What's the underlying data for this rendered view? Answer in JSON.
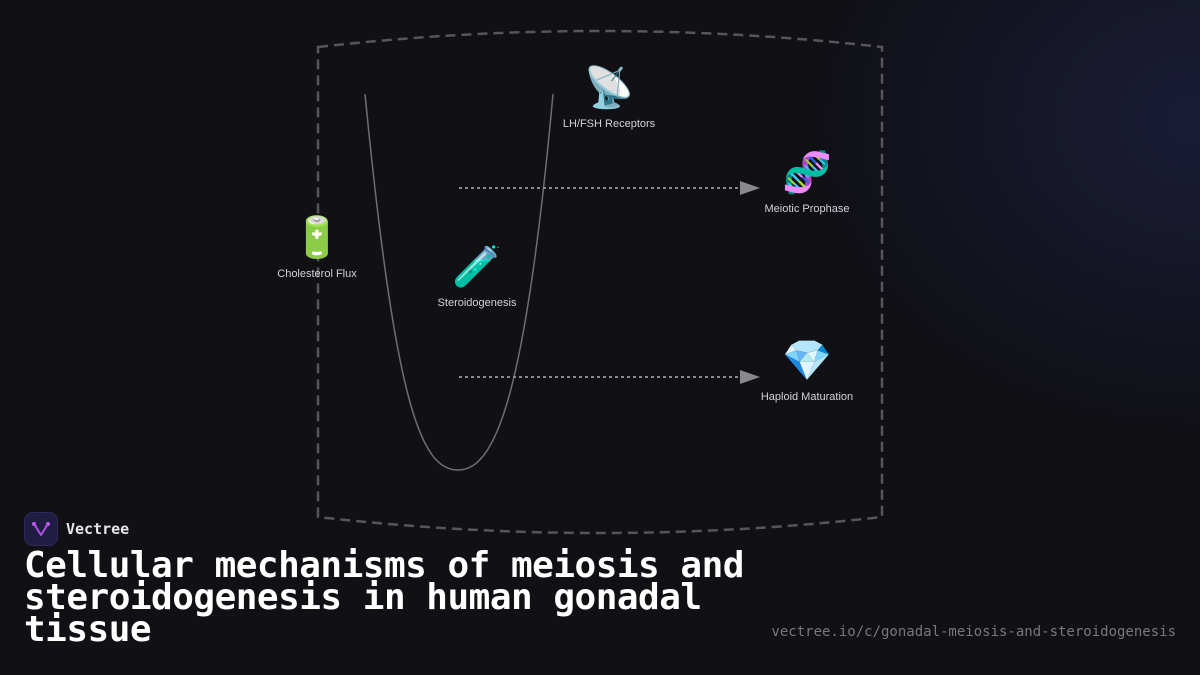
{
  "diagram": {
    "nodes": [
      {
        "id": "lhfsh",
        "icon": "satellite-antenna-icon",
        "emoji": "📡",
        "label": "LH/FSH Receptors"
      },
      {
        "id": "meiotic",
        "icon": "dna-icon",
        "emoji": "🧬",
        "label": "Meiotic Prophase"
      },
      {
        "id": "cholesterol",
        "icon": "battery-icon",
        "emoji": "🔋",
        "label": "Cholesterol Flux"
      },
      {
        "id": "steroid",
        "icon": "test-tube-icon",
        "emoji": "🧪",
        "label": "Steroidogenesis"
      },
      {
        "id": "haploid",
        "icon": "gem-icon",
        "emoji": "💎",
        "label": "Haploid Maturation"
      }
    ],
    "edges": [
      {
        "from": "steroid",
        "to": "meiotic",
        "style": "dashed-arrow"
      },
      {
        "from": "steroid",
        "to": "haploid",
        "style": "dashed-arrow"
      }
    ],
    "colors": {
      "background": "#101015",
      "frame": "#5a5a60",
      "edge": "#8a8a8e",
      "curve": "#6e6e72",
      "label": "#d2d2d8"
    }
  },
  "brand": {
    "name": "Vectree",
    "logo_icon": "vectree-logo-icon",
    "accent": "#b04ee0"
  },
  "title": "Cellular mechanisms of meiosis and steroidogenesis in human gonadal tissue",
  "url": "vectree.io/c/gonadal-meiosis-and-steroidogenesis"
}
